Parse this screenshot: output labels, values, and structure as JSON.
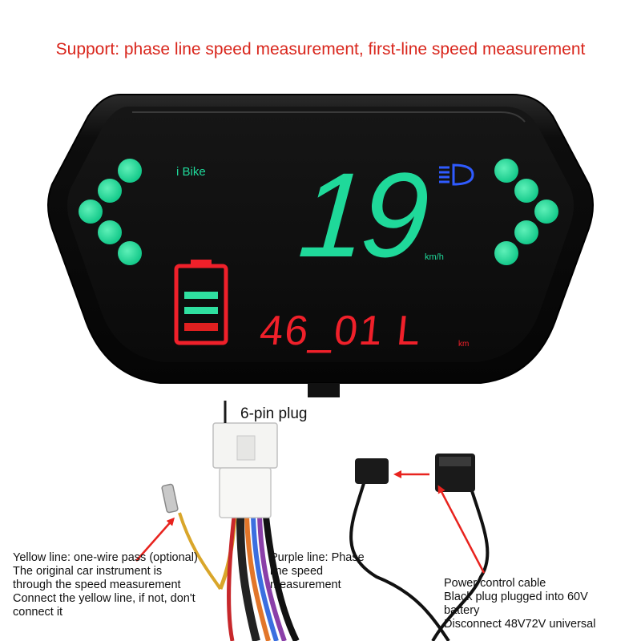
{
  "headline": "Support: phase line speed measurement, first-line speed measurement",
  "display": {
    "brand": "i Bike",
    "speed": "19",
    "speed_unit": "km/h",
    "odometer": "46_01 L",
    "odometer_unit": "km",
    "battery_level_bars": 3,
    "battery_bar_colors": [
      "#2fe0a0",
      "#2fe0a0",
      "#e02020"
    ],
    "colors": {
      "segment_green": "#1fd99a",
      "segment_red": "#f0202a",
      "headlight_blue": "#2f5bff",
      "body_black": "#111111"
    },
    "icons": [
      "left-turn-signal-icon",
      "right-turn-signal-icon",
      "battery-icon",
      "headlight-icon"
    ]
  },
  "labels": {
    "plug": "6-pin plug",
    "yellow_line": [
      "Yellow line: one-wire pass (optional)",
      "The original car instrument is",
      "through the speed measurement",
      "Connect the yellow line, if not, don't",
      "connect it"
    ],
    "purple_line": [
      "Purple line: Phase",
      "line speed",
      "measurement"
    ],
    "power_cable": [
      "Power control cable",
      "Black plug plugged into 60V",
      "battery",
      "Disconnect 48V72V universal"
    ]
  }
}
